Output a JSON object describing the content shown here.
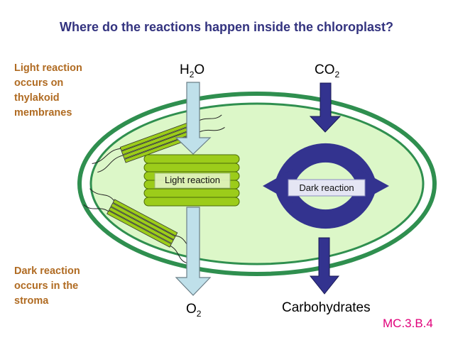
{
  "title": "Where do the reactions happen inside the chloroplast?",
  "notes": {
    "light": [
      "Light reaction",
      "occurs on",
      "thylakoid",
      "membranes"
    ],
    "dark": [
      "Dark reaction",
      "occurs in the",
      "stroma"
    ]
  },
  "molecules": {
    "water": {
      "base": "H",
      "sub": "2",
      "tail": "O"
    },
    "carbon_dioxide": {
      "base": "CO",
      "sub": "2",
      "tail": ""
    },
    "oxygen": {
      "base": "O",
      "sub": "2",
      "tail": ""
    },
    "carbohydrates": "Carbohydrates"
  },
  "labels": {
    "light_reaction": "Light reaction",
    "dark_reaction": "Dark reaction"
  },
  "code": "MC.3.B.4",
  "colors": {
    "title": "#33337f",
    "notes": "#b06b22",
    "outer_membrane": "#2f8f4f",
    "stroma": "#dcf7c8",
    "thylakoid": "#9ccc1a",
    "light_arrow": "#bfe0ea",
    "dark_arrow": "#33338f",
    "code": "#e0007a"
  }
}
